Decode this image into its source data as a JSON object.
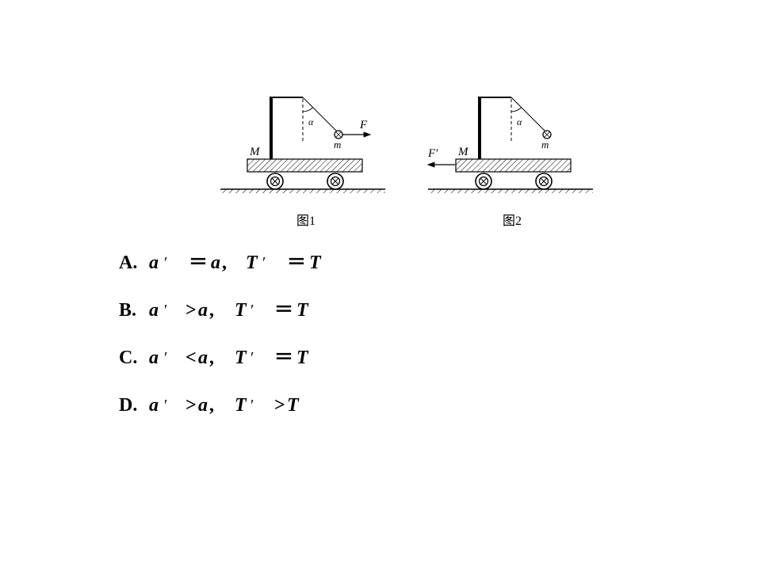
{
  "figures": {
    "fig1": {
      "caption": "图1",
      "labels": {
        "mass_big": "M",
        "angle": "α",
        "mass_small": "m",
        "force": "F"
      }
    },
    "fig2": {
      "caption": "图2",
      "labels": {
        "mass_big": "M",
        "angle": "α",
        "mass_small": "m",
        "force": "F′"
      }
    }
  },
  "options": [
    {
      "letter": "A.",
      "a": "a",
      "prime": "′",
      "rel1": "＝",
      "a_rhs": "a",
      "comma": ",",
      "T": "T",
      "rel2": "＝",
      "T_rhs": "T"
    },
    {
      "letter": "B.",
      "a": "a",
      "prime": "′",
      "rel1": ">",
      "a_rhs": "a",
      "comma": ",",
      "T": "T",
      "rel2": "＝",
      "T_rhs": "T"
    },
    {
      "letter": "C.",
      "a": "a",
      "prime": "′",
      "rel1": "<",
      "a_rhs": "a",
      "comma": ",",
      "T": "T",
      "rel2": "＝",
      "T_rhs": "T"
    },
    {
      "letter": "D.",
      "a": "a",
      "prime": "′",
      "rel1": ">",
      "a_rhs": "a",
      "comma": ",",
      "T": "T",
      "rel2": ">",
      "T_rhs": "T"
    }
  ]
}
